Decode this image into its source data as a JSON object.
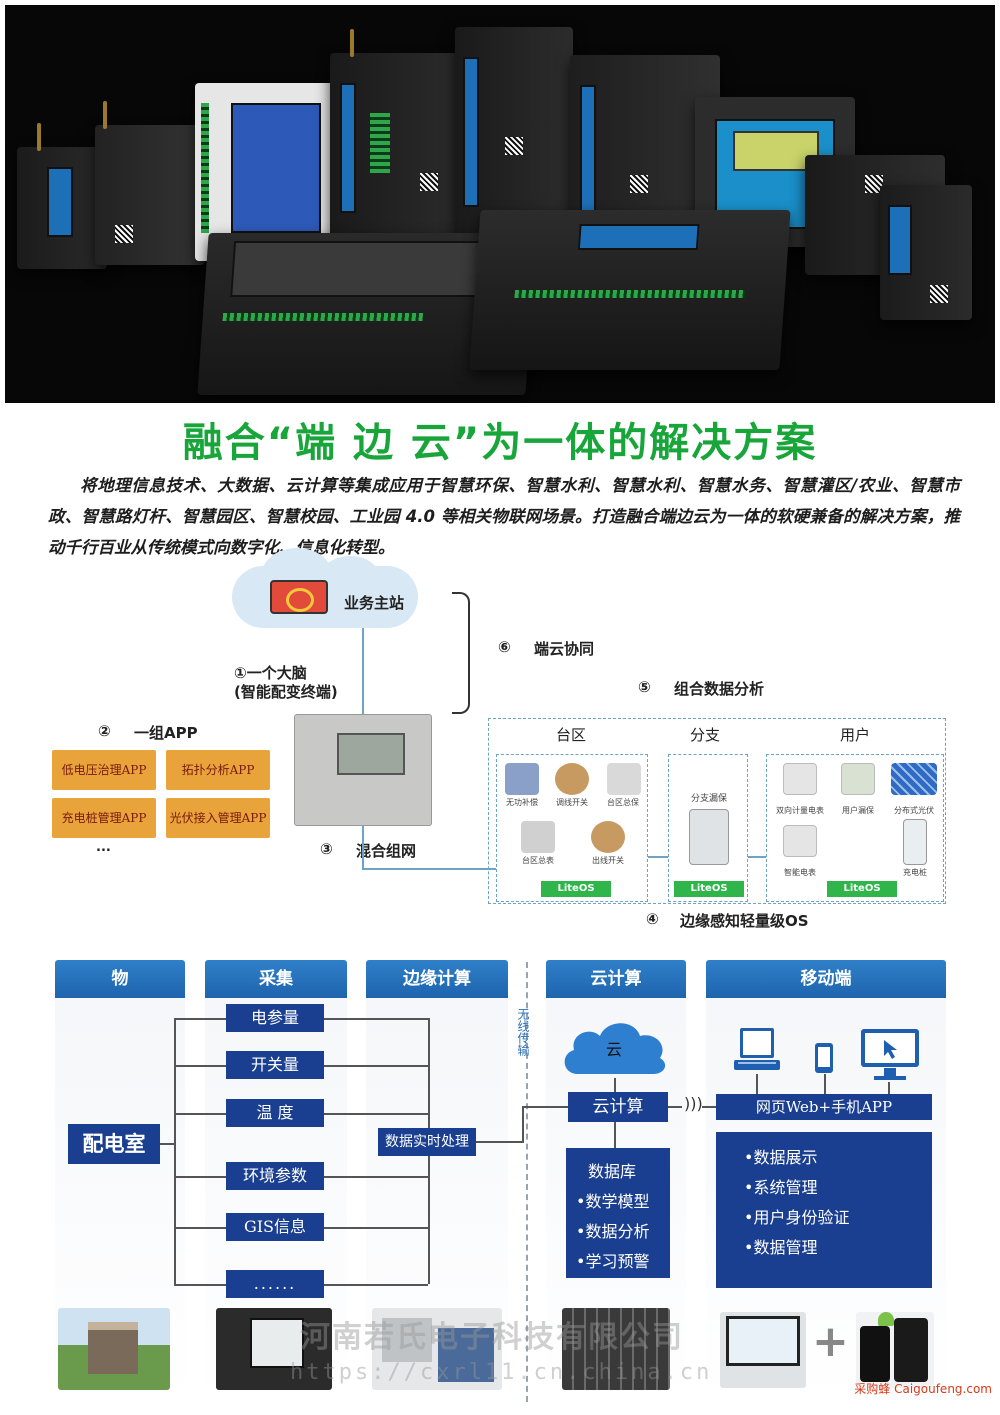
{
  "headline": "融合“端 边 云”为一体的解决方案",
  "intro": "将地理信息技术、大数据、云计算等集成应用于智慧环保、智慧水利、智慧水利、智慧水务、智慧灌区/农业、智慧市政、智慧路灯杆、智慧园区、智慧校园、工业园 4.0 等相关物联网场景。打造融合端边云为一体的软硬兼备的解决方案，推动千行百业从传统模式向数字化、信息化转型。",
  "middle": {
    "master_station": "业务主站",
    "brain_line1": "①一个大脑",
    "brain_line2": "(智能配变终端)",
    "edge_cloud_num": "⑥",
    "edge_cloud": "端云协同",
    "analysis_num": "⑤",
    "analysis": "组合数据分析",
    "apps_num": "②",
    "apps_title": "一组APP",
    "apps": [
      "低电压治理APP",
      "拓扑分析APP",
      "充电桩管理APP",
      "光伏接入管理APP"
    ],
    "apps_more": "...",
    "network_num": "③",
    "network": "混合组网",
    "os_num": "④",
    "os": "边缘感知轻量级OS",
    "zones": {
      "taiqu": "台区",
      "fenzhi": "分支",
      "yonghu": "用户"
    },
    "taiqu_items": [
      "无功补偿",
      "调线开关",
      "台区总保",
      "台区总表",
      "出线开关"
    ],
    "fenzhi_items": [
      "分支漏保"
    ],
    "yonghu_items": [
      "双向计量电表",
      "用户漏保",
      "分布式光伏",
      "智能电表",
      "充电桩"
    ],
    "liteos": "LiteOS"
  },
  "arch": {
    "heads": {
      "wu": "物",
      "caiji": "采集",
      "edge": "边缘计算",
      "cloud": "云计算",
      "mobile": "移动端"
    },
    "room": "配电室",
    "collect": [
      "电参量",
      "开关量",
      "温 度",
      "环境参数",
      "GIS信息",
      "......"
    ],
    "realtime": "数据实时处理",
    "vertical": "无线传输",
    "cloud_word": "云",
    "cloud_calc": "云计算",
    "cloud_list": [
      "数据库",
      "•数学模型",
      "•数据分析",
      "•学习预警"
    ],
    "web_app": "网页Web+手机APP",
    "mobile_list": [
      "•数据展示",
      "•系统管理",
      "•用户身份验证",
      "•数据管理"
    ],
    "plus": "+"
  },
  "watermark": {
    "company": "河南若氏电子科技有限公司",
    "url": "https://cxrl11.cn.china.cn"
  },
  "corner": "采购蜂 Caigoufeng.com"
}
